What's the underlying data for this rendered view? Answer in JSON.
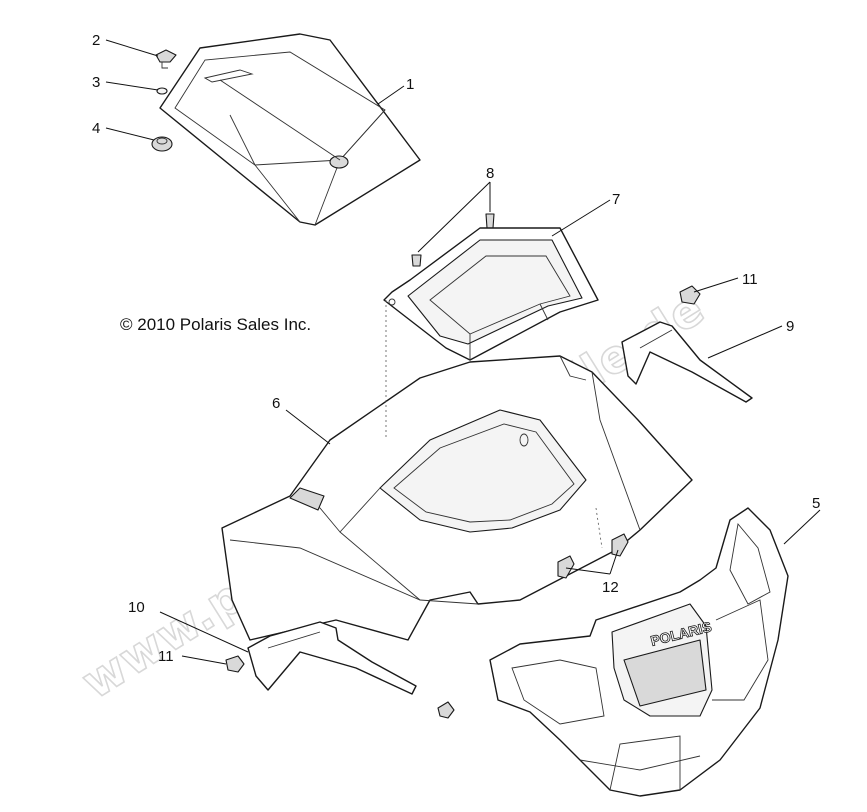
{
  "copyright": "© 2010 Polaris Sales Inc.",
  "watermark": "www.polaris-ersatzteile.de",
  "brand_label": "POLARIS",
  "callouts": {
    "c1": "1",
    "c2": "2",
    "c3": "3",
    "c4": "4",
    "c5": "5",
    "c6": "6",
    "c7": "7",
    "c8": "8",
    "c9": "9",
    "c10": "10",
    "c11a": "11",
    "c11b": "11",
    "c12": "12"
  }
}
